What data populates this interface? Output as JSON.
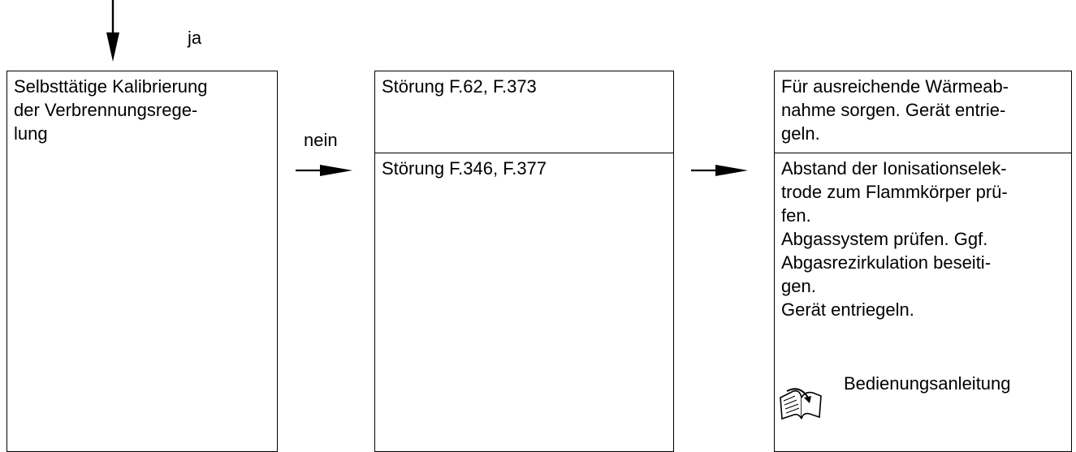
{
  "flow": {
    "yes_label": "ja",
    "no_label": "nein"
  },
  "condition_box": {
    "lines": [
      "Selbsttätige Kalibrierung",
      "der Verbrennungsrege-",
      "lung"
    ]
  },
  "faults": [
    {
      "text": "Störung F.62, F.373"
    },
    {
      "text": "Störung F.346, F.377"
    }
  ],
  "actions": [
    {
      "lines": [
        "Für ausreichende Wärmeab-",
        "nahme sorgen. Gerät entrie-",
        "geln."
      ]
    },
    {
      "lines": [
        "Abstand der Ionisationselek-",
        "trode zum Flammkörper prü-",
        "fen.",
        "Abgassystem prüfen. Ggf.",
        "Abgasrezirkulation beseiti-",
        "gen.",
        "Gerät entriegeln."
      ]
    }
  ],
  "reference": {
    "label": "Bedienungsanleitung",
    "icon": "manual-book-icon"
  }
}
